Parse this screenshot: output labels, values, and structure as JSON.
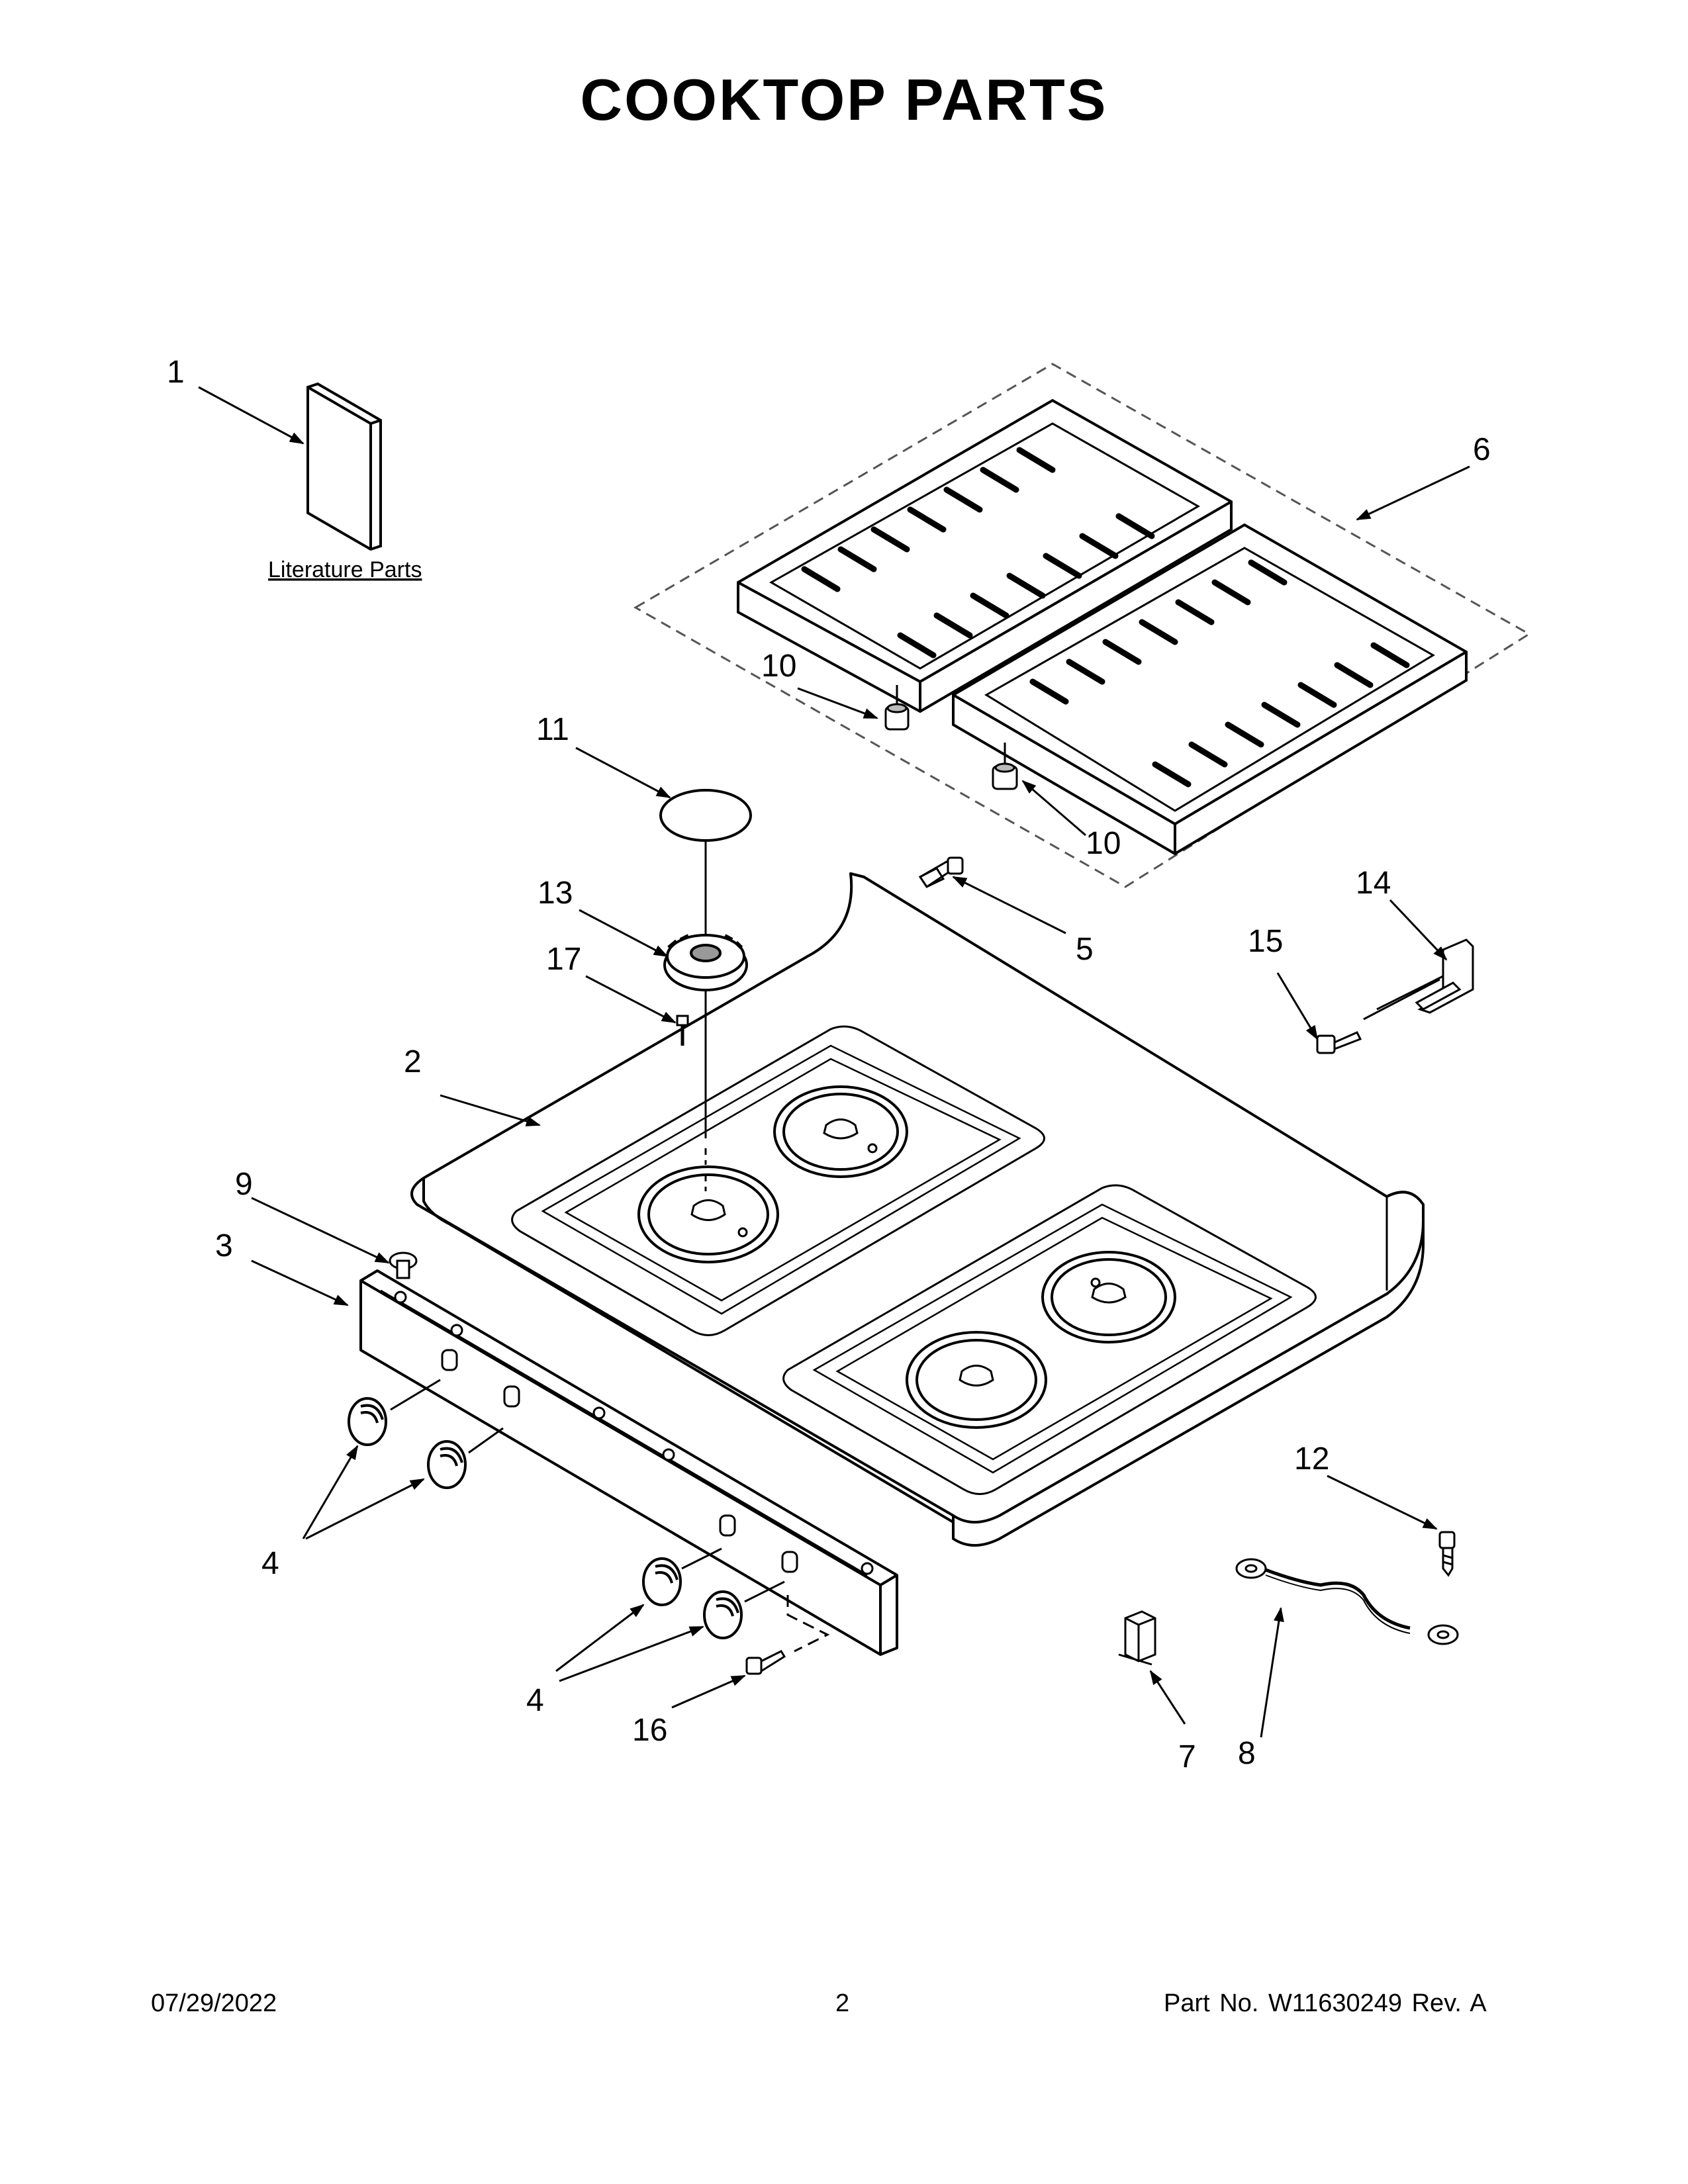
{
  "title": "COOKTOP PARTS",
  "literature_label": "Literature Parts",
  "callouts": {
    "c1": "1",
    "c2": "2",
    "c3": "3",
    "c4a": "4",
    "c4b": "4",
    "c5": "5",
    "c6": "6",
    "c7": "7",
    "c8": "8",
    "c9": "9",
    "c10a": "10",
    "c10b": "10",
    "c11": "11",
    "c12": "12",
    "c13": "13",
    "c14": "14",
    "c15": "15",
    "c16": "16",
    "c17": "17"
  },
  "footer": {
    "date": "07/29/2022",
    "page": "2",
    "part": "Part No.  W11630249  Rev.  A"
  }
}
